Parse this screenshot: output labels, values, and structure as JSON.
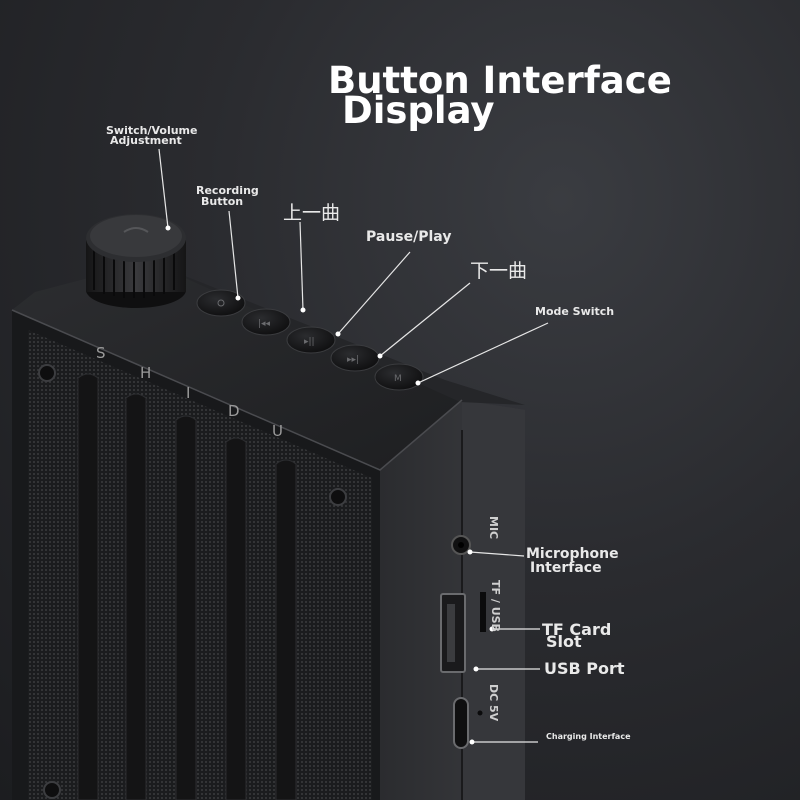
{
  "title": {
    "line1": "Button Interface",
    "line2": "Display"
  },
  "labels": {
    "switch_volume_1": "Switch/Volume",
    "switch_volume_2": "Adjustment",
    "recording_1": "Recording",
    "recording_2": "Button",
    "previous_track": "上一曲",
    "pause_play": "Pause/Play",
    "next_track": "下一曲",
    "mode_switch": "Mode Switch",
    "microphone_1": "Microphone",
    "microphone_2": "Interface",
    "tf_card_1": "TF Card",
    "tf_card_2": "Slot",
    "usb_port": "USB Port",
    "charging": "Charging Interface"
  },
  "device": {
    "brand_letters": [
      "S",
      "H",
      "I",
      "D",
      "U"
    ],
    "port_mic": "MIC",
    "port_tf_usb": "TF / USB",
    "port_dc": "DC 5V"
  }
}
